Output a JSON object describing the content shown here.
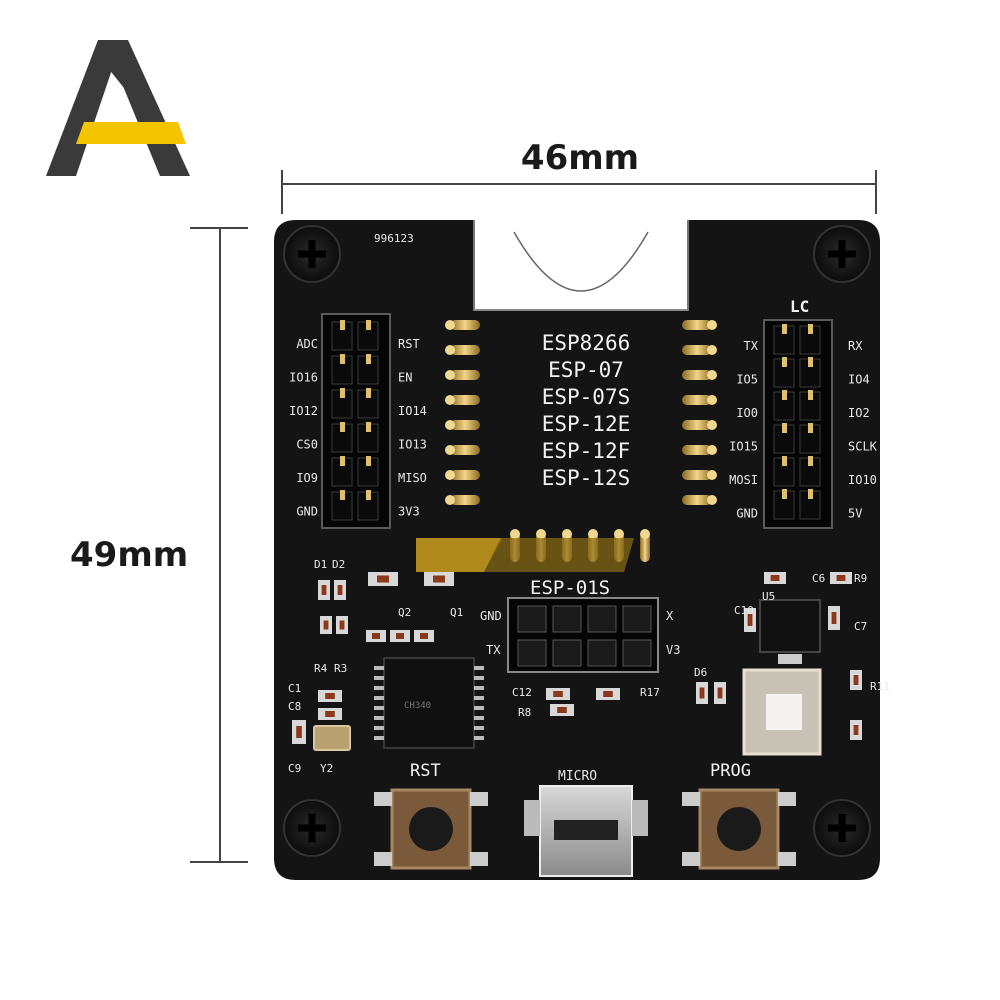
{
  "dimensions": {
    "width": "46mm",
    "height": "49mm"
  },
  "board": {
    "serial": "996123",
    "brand_mark": "LC",
    "module_list": [
      "ESP8266",
      "ESP-07",
      "ESP-07S",
      "ESP-12E",
      "ESP-12F",
      "ESP-12S"
    ],
    "esp01_label": "ESP-01S",
    "left_header_outer": [
      "ADC",
      "IO16",
      "IO12",
      "CS0",
      "IO9",
      "GND"
    ],
    "left_header_inner": [
      "RST",
      "EN",
      "IO14",
      "IO13",
      "MISO",
      "3V3"
    ],
    "right_header_inner": [
      "TX",
      "IO5",
      "IO0",
      "IO15",
      "MOSI",
      "GND"
    ],
    "right_header_outer": [
      "RX",
      "IO4",
      "IO2",
      "SCLK",
      "IO10",
      "5V"
    ],
    "esp01_pins": [
      "GND",
      "X",
      "TX",
      "V3"
    ],
    "components": [
      "D1",
      "D2",
      "Q2",
      "Q1",
      "R4",
      "R3",
      "C1",
      "C8",
      "C9",
      "Y2",
      "C12",
      "R8",
      "R17",
      "C6",
      "R9",
      "U5",
      "C10",
      "C7",
      "D6",
      "R11"
    ],
    "buttons": {
      "rst": "RST",
      "prog": "PROG",
      "usb": "MICRO"
    }
  }
}
